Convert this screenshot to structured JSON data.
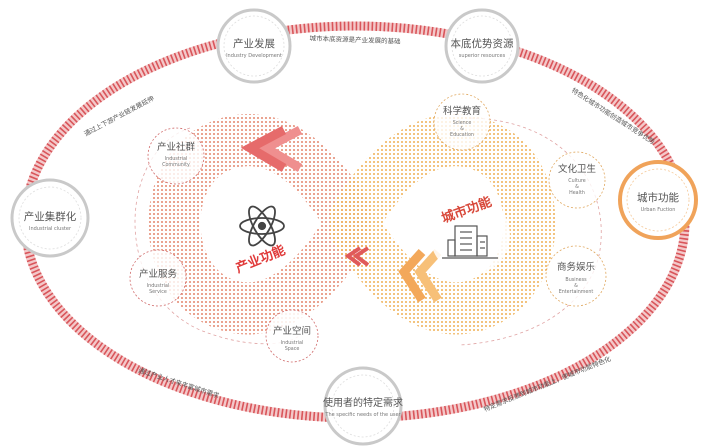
{
  "colors": {
    "ring": "#d9555a",
    "ring_light": "#f3c8c9",
    "node_border": "#c9c9c9",
    "node_fill": "#ffffff",
    "orange_node_border": "#f0a35a",
    "industry_dots": "#e58a72",
    "city_dots": "#f0b25a",
    "industry_label": "#e03a3a",
    "city_label": "#d8483a",
    "text_dark": "#555555",
    "text_light": "#888888"
  },
  "nodes": {
    "industry_development": {
      "cn": "产业发展",
      "en": "Industry Development"
    },
    "superior_resources": {
      "cn": "本底优势资源",
      "en": "superior resources"
    },
    "urban_function": {
      "cn": "城市功能",
      "en": "Urban Fuction"
    },
    "industrial_cluster": {
      "cn": "产业集群化",
      "en": "Industrial cluster"
    },
    "specific_needs": {
      "cn": "使用者的特定需求",
      "en": "The specific needs of the user"
    }
  },
  "industry_items": {
    "community": {
      "cn": "产业社群",
      "en1": "Industrial",
      "en2": "Community"
    },
    "service": {
      "cn": "产业服务",
      "en1": "Industrial",
      "en2": "Service"
    },
    "space": {
      "cn": "产业空间",
      "en1": "Industrial",
      "en2": "Space"
    }
  },
  "city_items": {
    "education": {
      "cn": "科学教育",
      "en1": "Science",
      "en2": "&",
      "en3": "Education"
    },
    "culture": {
      "cn": "文化卫生",
      "en1": "Culture",
      "en2": "&",
      "en3": "Health"
    },
    "business": {
      "cn": "商务娱乐",
      "en1": "Business",
      "en2": "&",
      "en3": "Entertainment"
    }
  },
  "center_labels": {
    "industry": "产业功能",
    "city": "城市功能"
  },
  "ring_texts": {
    "top": "城市本底资源是产业发展的基础",
    "top_right": "特色化城市功能创造城市竞争优势",
    "top_left": "通过上下游产业链发展延伸",
    "bottom_left": "通过产业人才来丰富城市需求",
    "bottom_right": "特定需求反馈到城市功能上，使城市功能特色化"
  },
  "icons": {
    "industry_center": "atom-icon",
    "city_center": "building-icon"
  }
}
